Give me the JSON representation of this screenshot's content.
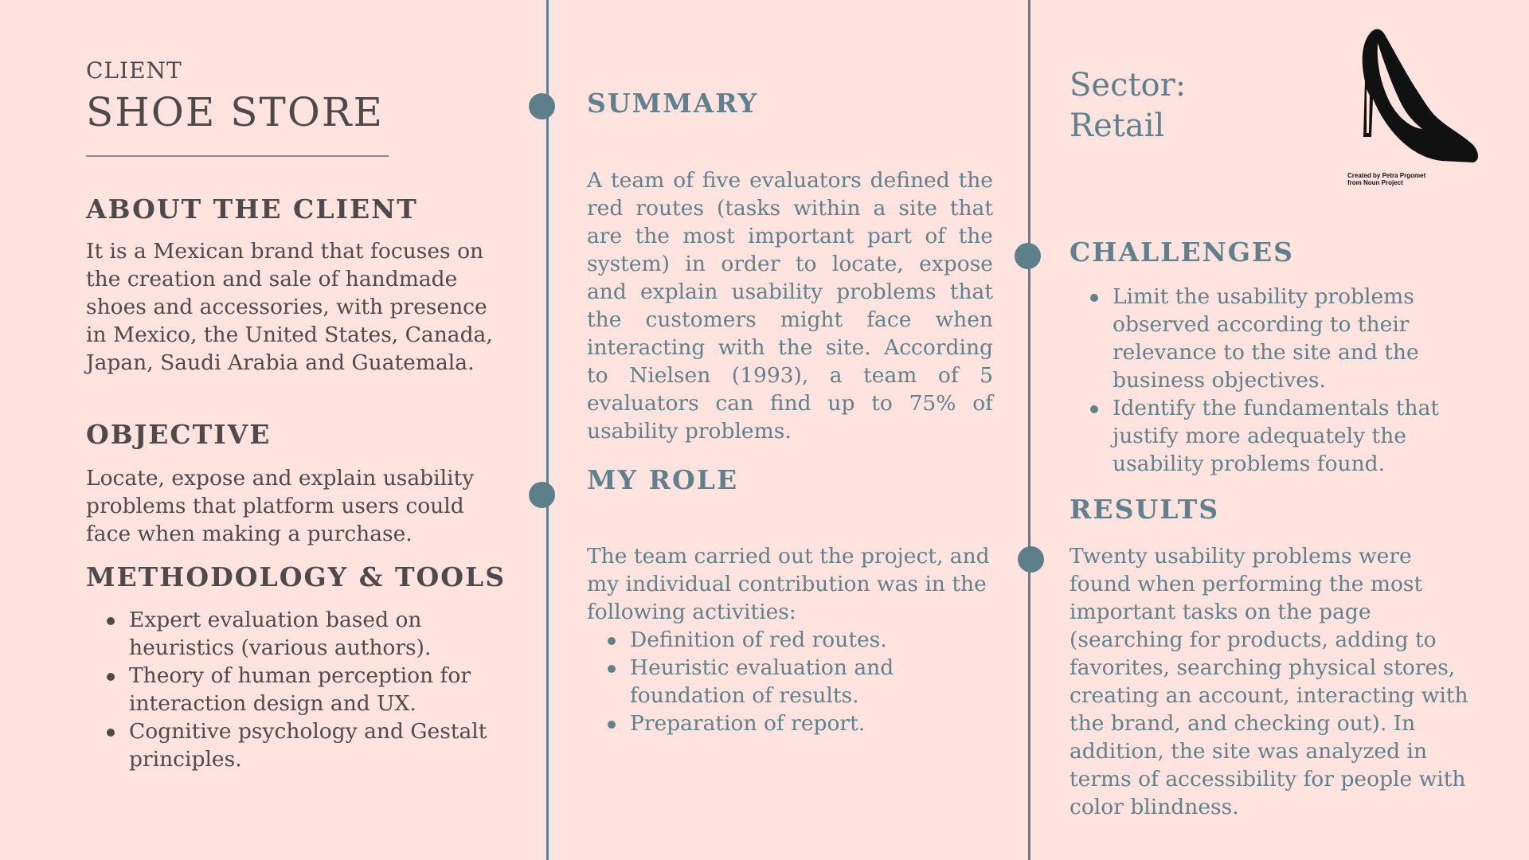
{
  "client": {
    "label": "CLIENT",
    "name": "SHOE STORE"
  },
  "about": {
    "heading": "ABOUT THE CLIENT",
    "text": "It is a Mexican brand that focuses on the creation and sale of handmade shoes and accessories, with presence in Mexico, the United States, Canada, Japan, Saudi Arabia and Guatemala."
  },
  "objective": {
    "heading": "OBJECTIVE",
    "text": "Locate, expose and explain usability problems that platform users could face when making a purchase."
  },
  "methodology": {
    "heading": "METHODOLOGY & TOOLS",
    "items": [
      "Expert evaluation based on heuristics (various authors).",
      "Theory of human perception for interaction design and UX.",
      "Cognitive psychology and Gestalt principles."
    ]
  },
  "summary": {
    "heading": "SUMMARY",
    "text": "A team of five evaluators defined the red routes (tasks within a site that are the most important part of the system) in order to locate, expose and explain usability problems that the customers might face when interacting with the site. According to Nielsen (1993), a team of 5 evaluators can find up to 75% of usability problems."
  },
  "role": {
    "heading": "MY ROLE",
    "text": "The team carried out the project, and my individual contribution was in the following activities:",
    "items": [
      "Definition of red routes.",
      "Heuristic evaluation and foundation of results.",
      "Preparation of report."
    ]
  },
  "sector": {
    "label": "Sector:",
    "value": "Retail"
  },
  "icon": {
    "name": "high-heel-shoe-icon",
    "credit_line1": "Created by Petra Prgomet",
    "credit_line2": "from Noun Project"
  },
  "challenges": {
    "heading": "CHALLENGES",
    "items": [
      "Limit the usability problems observed according to their relevance to the site and the business objectives.",
      "Identify the fundamentals that justify more adequately the usability problems found."
    ]
  },
  "results": {
    "heading": "RESULTS",
    "text": "Twenty usability problems were found when performing the most important tasks on the page (searching for products, adding to favorites, searching physical stores, creating an account, interacting with the brand, and checking out). In addition, the site was analyzed in terms of accessibility for people with color blindness."
  },
  "colors": {
    "background": "#ffe3df",
    "accent": "#61808d",
    "dark_text": "#4e4a4b"
  }
}
